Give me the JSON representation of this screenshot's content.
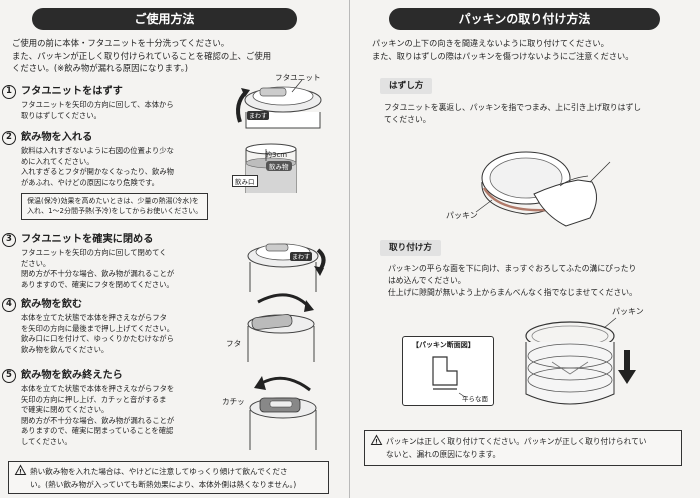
{
  "left": {
    "header": "ご使用方法",
    "intro": [
      "ご使用の前に本体・フタユニットを十分洗ってください。",
      "また、パッキンが正しく取り付けられていることを確認の上、ご使用",
      "ください。(※飲み物が漏れる原因になります。)"
    ],
    "steps": [
      {
        "num": "1",
        "title": "フタユニットをはずす",
        "lines": [
          "フタユニットを矢印の方向に回して、本体から",
          "取りはずしてください。"
        ],
        "callouts": [
          "フタユニット",
          "まわす"
        ]
      },
      {
        "num": "2",
        "title": "飲み物を入れる",
        "lines": [
          "飲料は入れすぎないように右図の位置より少な",
          "めに入れてください。",
          "入れすぎるとフタが開かなくなったり、飲み物",
          "があふれ、やけどの原因になり危険です。"
        ],
        "callouts": [
          "約3cm",
          "飲み物",
          "飲み口"
        ],
        "note": [
          "保温(保冷)効果を高めたいときは、少量の熱湯(冷水)を",
          "入れ、1〜2分間予熱(予冷)をしてからお使いください。"
        ]
      },
      {
        "num": "3",
        "title": "フタユニットを確実に閉める",
        "lines": [
          "フタユニットを矢印の方向に回して閉めてく",
          "ださい。",
          "閉め方が不十分な場合、飲み物が漏れることが",
          "ありますので、確実にフタを閉めてください。"
        ],
        "callouts": [
          "まわす"
        ]
      },
      {
        "num": "4",
        "title": "飲み物を飲む",
        "lines": [
          "本体を立てた状態で本体を押さえながらフタ",
          "を矢印の方向に最後まで押し上げてください。",
          "飲み口に口を付けて、ゆっくりかたむけながら",
          "飲み物を飲んでください。"
        ],
        "callouts": [
          "フタ"
        ]
      },
      {
        "num": "5",
        "title": "飲み物を飲み終えたら",
        "lines": [
          "本体を立てた状態で本体を押さえながらフタを",
          "矢印の方向に押し上げ、カチッと音がするま",
          "で確実に閉めてください。",
          "閉め方が不十分な場合、飲み物が漏れることが",
          "ありますので、確実に閉まっていることを確認",
          "してください。"
        ],
        "callouts": [
          "カチッ"
        ]
      }
    ],
    "warning": [
      "熱い飲み物を入れた場合は、やけどに注意してゆっくり傾けて飲んでくださ",
      "い。(熱い飲み物が入っていても断熱効果により、本体外側は熱くなりません。)"
    ]
  },
  "right": {
    "header": "パッキンの取り付け方法",
    "intro": [
      "パッキンの上下の向きを間違えないように取り付けてください。",
      "また、取りはずしの際はパッキンを傷つけないようにご注意ください。"
    ],
    "remove": {
      "tag": "はずし方",
      "lines": [
        "フタユニットを裏返し、パッキンを指でつまみ、上に引き上げ取りはずし",
        "てください。"
      ],
      "callout": "パッキン"
    },
    "attach": {
      "tag": "取り付け方",
      "lines": [
        "パッキンの平らな面を下に向け、まっすぐおろしてふたの溝にぴったり",
        "はめ込んでください。",
        "仕上げに隙間が無いよう上からまんべんなく指でなじませてください。"
      ],
      "callout": "パッキン",
      "section_label": "【パッキン断面図】",
      "flat_label": "平らな面"
    },
    "warning": [
      "パッキンは正しく取り付けてください。パッキンが正しく取り付けられてい",
      "ないと、漏れの原因になります。"
    ]
  }
}
